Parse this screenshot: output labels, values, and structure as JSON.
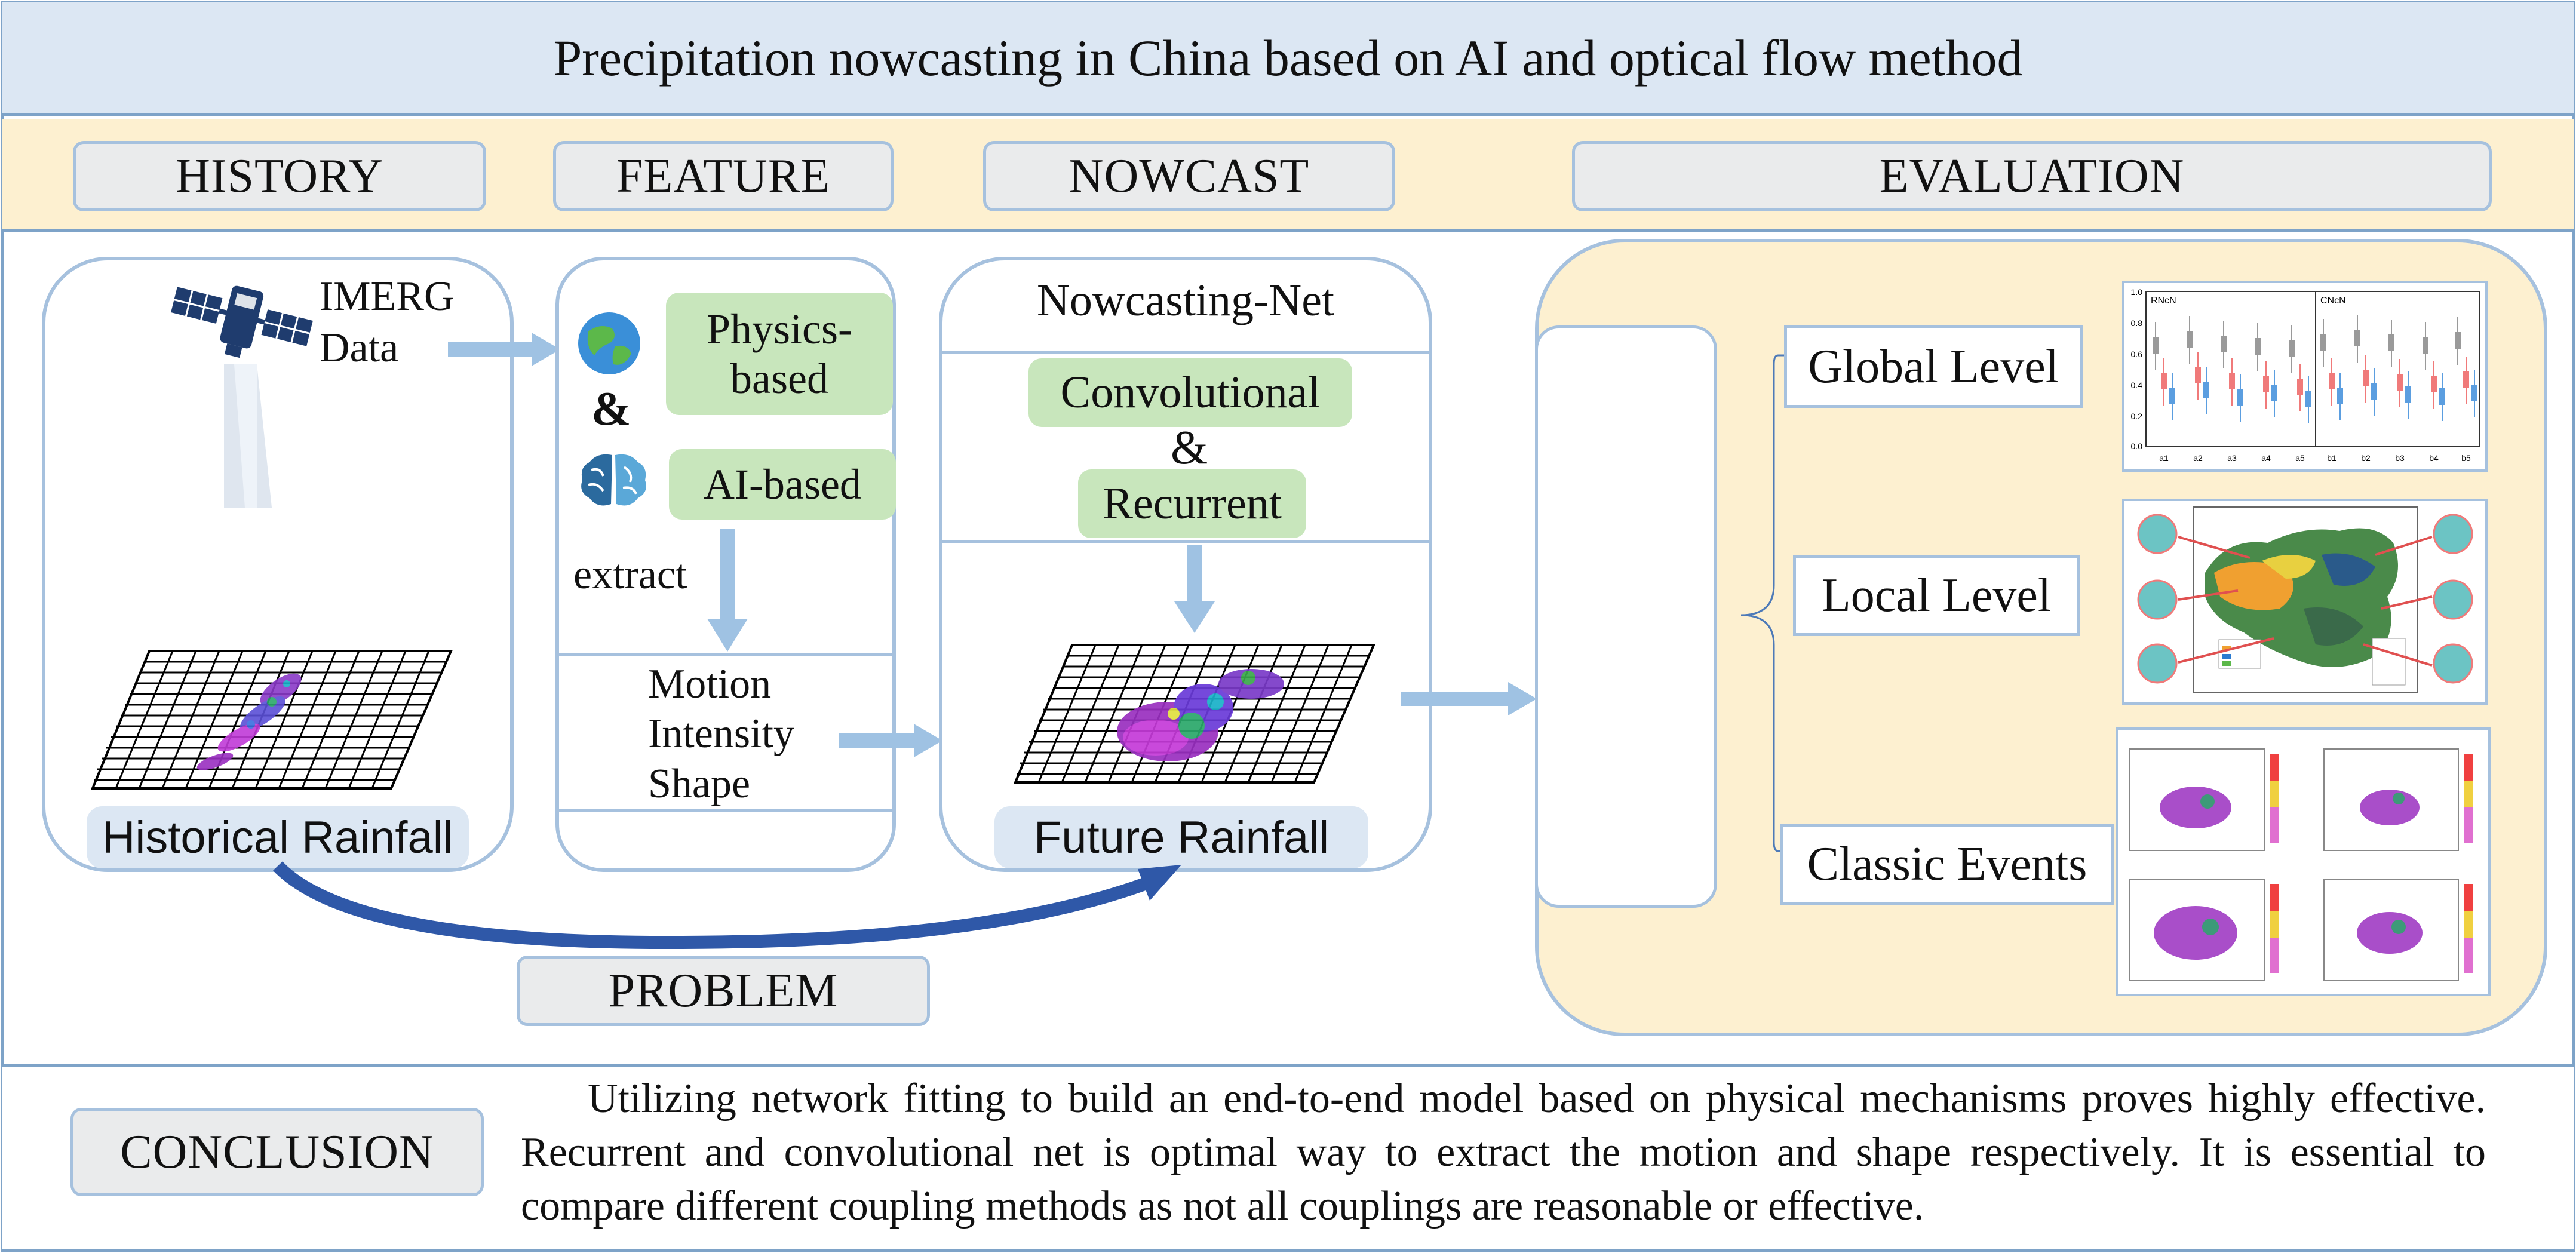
{
  "title": "Precipitation nowcasting in China based on AI and optical flow method",
  "stages": {
    "history": "HISTORY",
    "feature": "FEATURE",
    "nowcast": "NOWCAST",
    "evaluation": "EVALUATION"
  },
  "history_panel": {
    "source_line1": "IMERG",
    "source_line2": "Data",
    "caption": "Historical Rainfall"
  },
  "feature_panel": {
    "physics_line1": "Physics-",
    "physics_line2": "based",
    "ampersand": "&",
    "ai": "AI-based",
    "extract": "extract",
    "features": [
      "Motion",
      "Intensity",
      "Shape"
    ]
  },
  "nowcast_panel": {
    "net_title": "Nowcasting-Net",
    "conv": "Convolutional",
    "ampersand": "&",
    "recurrent": "Recurrent",
    "caption": "Future Rainfall"
  },
  "problem": "PROBLEM",
  "evaluation_panel": {
    "levels": [
      "Global Level",
      "Local Level",
      "Classic Events"
    ],
    "boxplot_labels": {
      "left_group": "RNcN",
      "right_group": "CNcN",
      "yticks": [
        "1.0",
        "0.8",
        "0.6",
        "0.4",
        "0.2",
        "0.0"
      ],
      "xticks": [
        "a1",
        "a2",
        "a3",
        "a4",
        "a5",
        "b1",
        "b2",
        "b3",
        "b4",
        "b5"
      ]
    },
    "colors": {
      "gray_box": "#9a9a9a",
      "red_box": "#f07a7a",
      "blue_box": "#5b9ee0"
    }
  },
  "conclusion": {
    "label": "CONCLUSION",
    "text": "Utilizing network fitting to build an end-to-end model based on physical mechanisms proves highly effective. Recurrent and convolutional net is optimal way to extract the motion and shape respectively. It is essential to compare different coupling methods as not all couplings are reasonable or effective."
  },
  "colors": {
    "border": "#7ea3c8",
    "panel_border": "#a6c1de",
    "title_bg": "#dce7f3",
    "stage_bg": "#fdf0d0",
    "green_box": "#c8e6bc",
    "arrow": "#9fc2e3",
    "curve_arrow": "#2f58a8"
  }
}
